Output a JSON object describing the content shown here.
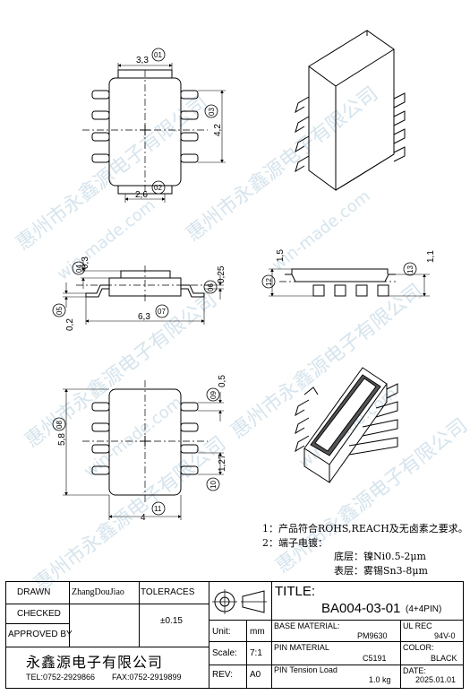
{
  "watermark": {
    "text": "惠州市永鑫源电子有限公司",
    "url": "win-made.com",
    "color": "#c9dbe7"
  },
  "dimensions": {
    "d1": "3,3",
    "d2": "2,6",
    "d3": "4,2",
    "d4": "0,3",
    "d5": "0,2",
    "d6": "0,25",
    "d7": "6,3",
    "d8": "5,8",
    "d9": "0,5",
    "d10": "1,27",
    "d11": "4",
    "d12": "1,5",
    "d13": "1,1"
  },
  "balloons": [
    "01",
    "02",
    "03",
    "04",
    "05",
    "06",
    "07",
    "08",
    "09",
    "10",
    "11",
    "12",
    "13"
  ],
  "notes": {
    "line1": "1：产品符合ROHS,REACH及无卤素之要求。",
    "line2": "2：端子电镀：",
    "line3": "底层：镍Ni0.5-2μm",
    "line4": "表层：雾锡Sn3-8μm"
  },
  "title_block": {
    "drawn_label": "DRAWN",
    "drawn_value": "ZhangDouJiao",
    "checked_label": "CHECKED",
    "approved_label": "APPROVED BY",
    "tolerances_label": "TOLERACES",
    "tolerances_value": "±0.15",
    "title_label": "TITLE:",
    "title_value": "BA004-03-01",
    "title_suffix": "(4+4PIN)",
    "unit_label": "Unit:",
    "unit_value": "mm",
    "scale_label": "Scale:",
    "scale_value": "7:1",
    "rev_label": "REV:",
    "rev_value": "A0",
    "base_material_label": "BASE MATERIAL:",
    "base_material_value": "PM9630",
    "ul_label": "UL REC",
    "ul_value": "94V-0",
    "pin_material_label": "PIN MATERIAL",
    "pin_material_value": "C5191",
    "color_label": "COLOR:",
    "color_value": "BLACK",
    "pin_tension_label": "PIN Tension Load",
    "pin_tension_value": "1.0 kg",
    "date_label": "DATE:",
    "date_value": "2025.01.01",
    "company": "永鑫源电子有限公司",
    "tel": "TEL:0752-2929866",
    "fax": "FAX:0752-2919899"
  }
}
